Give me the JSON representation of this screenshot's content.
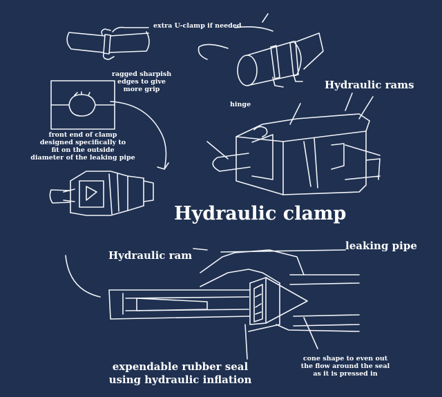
{
  "title": "Hydraulic clamp",
  "labels": {
    "u_clamp": "extra U-clamp if needed",
    "ragged_edges_1": "ragged sharpish",
    "ragged_edges_2": "edges to give",
    "ragged_edges_3": "more grip",
    "front_end_1": "front end of clamp",
    "front_end_2": "designed specifically to",
    "front_end_3": "fit on the outside",
    "front_end_4": "diameter of the leaking pipe",
    "hinge": "hinge",
    "hydraulic_rams": "Hydraulic rams",
    "hydraulic_ram": "Hydraulic ram",
    "leaking_pipe": "leaking pipe",
    "rubber_seal_1": "expendable rubber seal",
    "rubber_seal_2": "using hydraulic inflation",
    "cone_1": "cone shape to even out",
    "cone_2": "the flow around the  seal",
    "cone_3": "as it is pressed in"
  },
  "colors": {
    "background": "#1f3050",
    "ink": "#f2f4f8"
  }
}
